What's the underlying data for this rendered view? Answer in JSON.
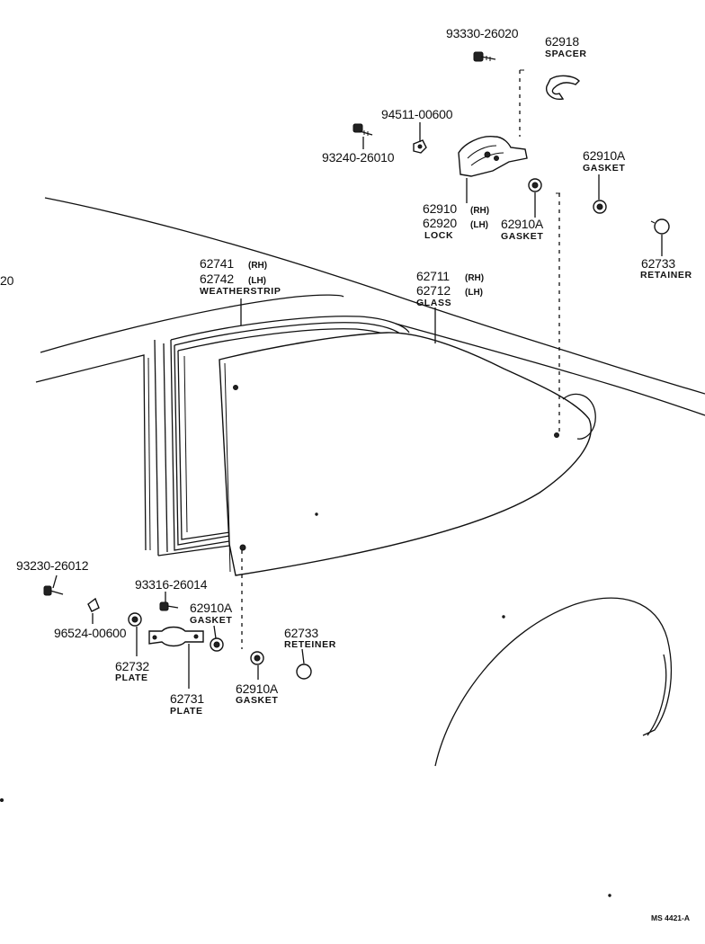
{
  "labels": {
    "p93330": {
      "number": "93330-26020"
    },
    "p62918": {
      "number": "62918",
      "desc": "SPACER"
    },
    "p94511": {
      "number": "94511-00600"
    },
    "p93240": {
      "number": "93240-26010"
    },
    "p62910_lock": {
      "number1": "62910",
      "qual1": "(RH)",
      "number2": "62920",
      "qual2": "(LH)",
      "desc": "LOCK"
    },
    "p62910A_top_mid": {
      "number": "62910A",
      "desc": "GASKET"
    },
    "p62910A_top_right": {
      "number": "62910A",
      "desc": "GASKET"
    },
    "p62733_top": {
      "number": "62733",
      "desc": "RETAINER"
    },
    "p62741": {
      "number1": "62741",
      "qual1": "(RH)",
      "number2": "62742",
      "qual2": "(LH)",
      "desc": "WEATHERSTRIP"
    },
    "p62711": {
      "number1": "62711",
      "qual1": "(RH)",
      "number2": "62712",
      "qual2": "(LH)",
      "desc": "GLASS"
    },
    "left_cut": {
      "text": "20"
    },
    "p93230": {
      "number": "93230-26012"
    },
    "p93316": {
      "number": "93316-26014"
    },
    "p96524": {
      "number": "96524-00600"
    },
    "p62910A_low_left": {
      "number": "62910A",
      "desc": "GASKET"
    },
    "p62733_low": {
      "number": "62733",
      "desc": "RETEINER"
    },
    "p62732": {
      "number": "62732",
      "desc": "PLATE"
    },
    "p62731": {
      "number": "62731",
      "desc": "PLATE"
    },
    "p62910A_low_right": {
      "number": "62910A",
      "desc": "GASKET"
    }
  },
  "footer_code": "MS 4421-A"
}
